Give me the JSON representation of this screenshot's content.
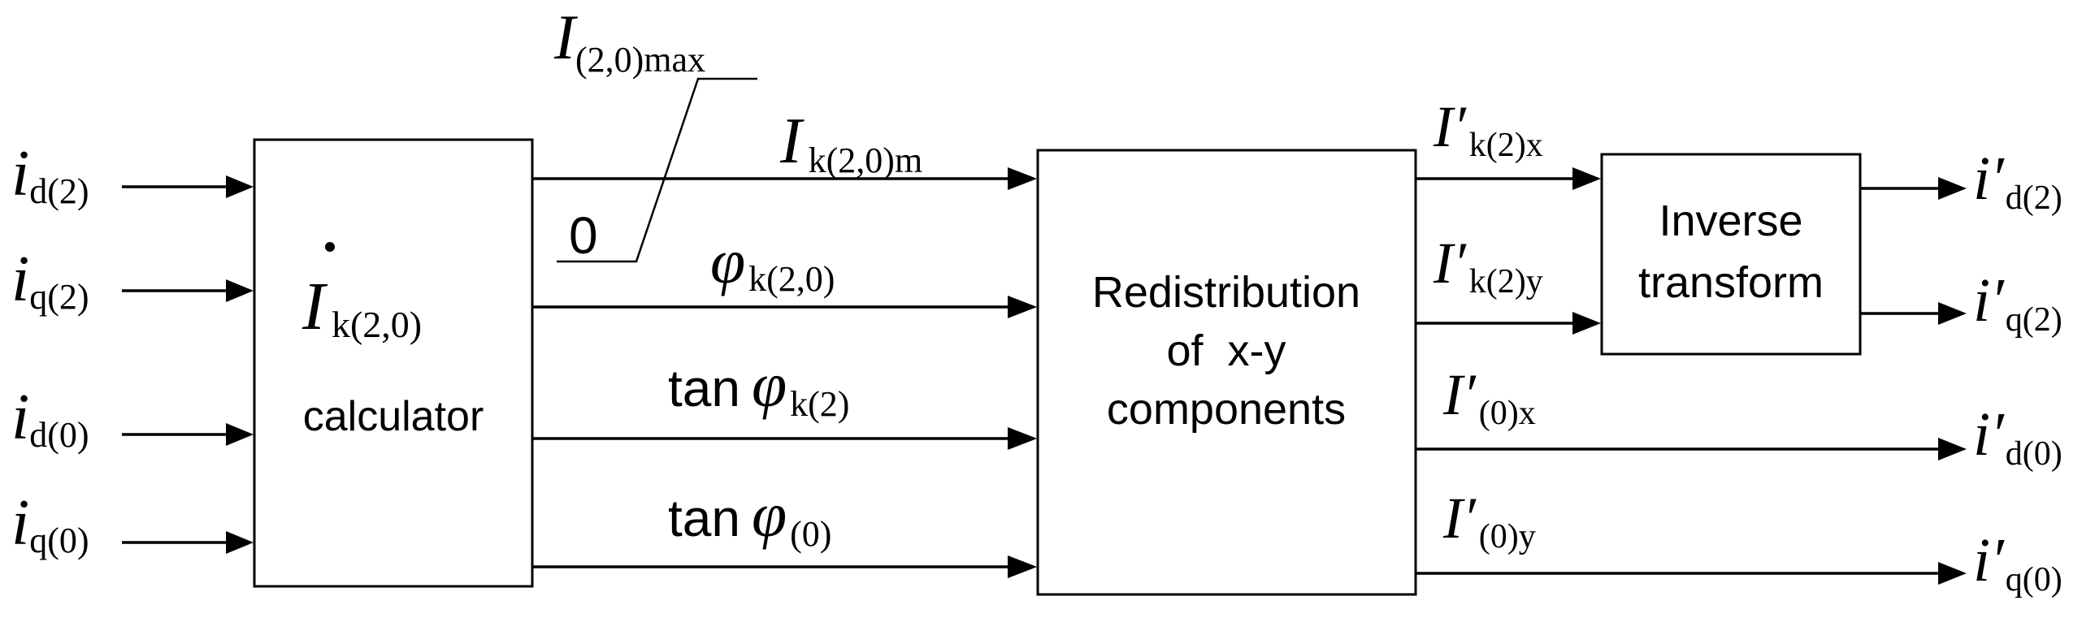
{
  "inputs": [
    {
      "main": "i",
      "sub": "d(2)"
    },
    {
      "main": "i",
      "sub": "q(2)"
    },
    {
      "main": "i",
      "sub": "d(0)"
    },
    {
      "main": "i",
      "sub": "q(0)"
    }
  ],
  "calculator": {
    "symbol": "I",
    "symbol_sub": "k(2,0)",
    "label": "calculator"
  },
  "limiter": {
    "max_main": "I",
    "max_sub": "(2,0)max",
    "zero": "0"
  },
  "mid_signals": {
    "magnitude": {
      "main": "I",
      "sub": "k(2,0)m"
    },
    "angle": {
      "main": "φ",
      "sub": "k(2,0)"
    },
    "tan_k2": {
      "prefix": "tan",
      "main": "φ",
      "sub": "k(2)"
    },
    "tan_0": {
      "prefix": "tan",
      "main": "φ",
      "sub": "(0)"
    }
  },
  "redistribution": {
    "line1": "Redistribution",
    "line2": "of  x-y",
    "line3": "components"
  },
  "redist_outputs": [
    {
      "main": "I′",
      "sub": "k(2)x"
    },
    {
      "main": "I′",
      "sub": "k(2)y"
    },
    {
      "main": "I′",
      "sub": "(0)x"
    },
    {
      "main": "I′",
      "sub": "(0)y"
    }
  ],
  "inverse": {
    "line1": "Inverse",
    "line2": "transform"
  },
  "outputs": [
    {
      "main": "i′",
      "sub": "d(2)"
    },
    {
      "main": "i′",
      "sub": "q(2)"
    },
    {
      "main": "i′",
      "sub": "d(0)"
    },
    {
      "main": "i′",
      "sub": "q(0)"
    }
  ]
}
